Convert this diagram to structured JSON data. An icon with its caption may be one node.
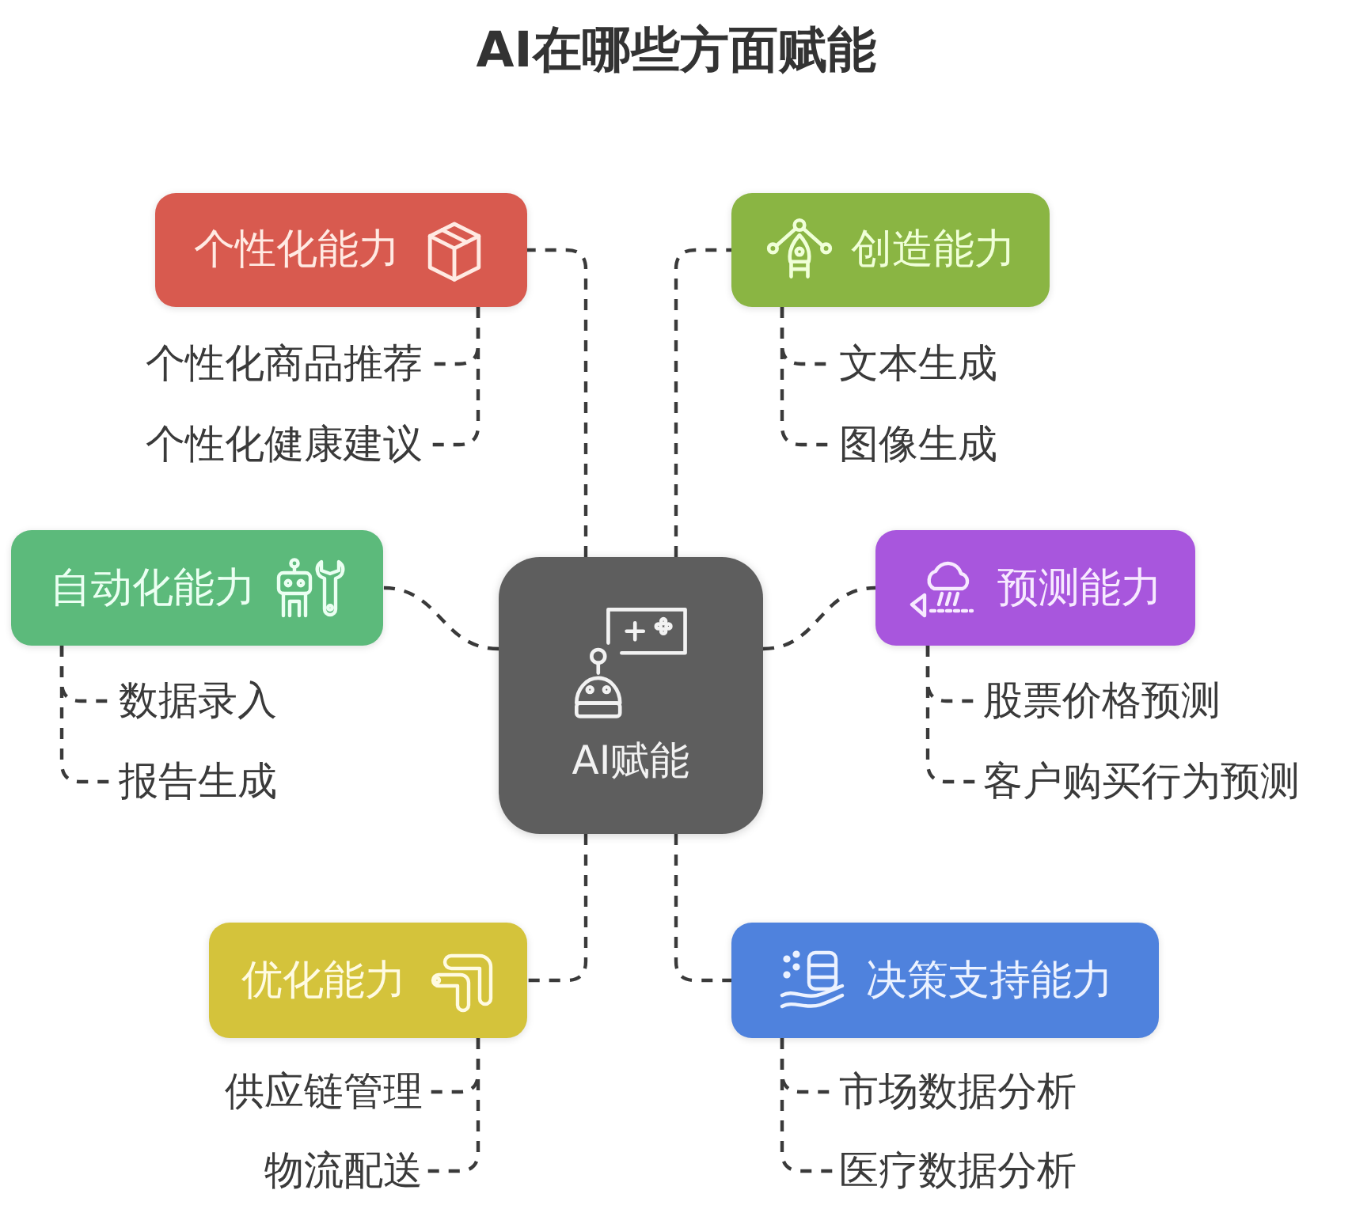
{
  "diagram": {
    "title": "AI在哪些方面赋能",
    "nodes": [
      {
        "text": [
          "AI赋能"
        ]
      },
      {
        "text": [
          "个性化能力"
        ]
      },
      {
        "text": [
          "个性化商品推荐"
        ]
      },
      {
        "text": [
          "个性化健康建议"
        ]
      },
      {
        "text": [
          "创造能力"
        ]
      },
      {
        "text": [
          "文本生成"
        ]
      },
      {
        "text": [
          "图像生成"
        ]
      },
      {
        "text": [
          "自动化能力"
        ]
      },
      {
        "text": [
          "数据录入"
        ]
      },
      {
        "text": [
          "报告生成"
        ]
      },
      {
        "text": [
          "预测能力"
        ]
      },
      {
        "text": [
          "股票价格预测"
        ]
      },
      {
        "text": [
          "客户购买行为预测"
        ]
      },
      {
        "text": [
          "优化能力"
        ]
      },
      {
        "text": [
          "供应链管理"
        ]
      },
      {
        "text": [
          "物流配送"
        ]
      },
      {
        "text": [
          "决策支持能力"
        ]
      },
      {
        "text": [
          "市场数据分析"
        ]
      },
      {
        "text": [
          "医疗数据分析"
        ]
      }
    ],
    "edges": [
      {
        "from": 0,
        "to": 1,
        "arrow": "none",
        "style": "dashed"
      },
      {
        "from": 1,
        "to": 2,
        "arrow": "none",
        "style": "dashed"
      },
      {
        "from": 1,
        "to": 3,
        "arrow": "none",
        "style": "dashed"
      },
      {
        "from": 0,
        "to": 4,
        "arrow": "none",
        "style": "dashed"
      },
      {
        "from": 4,
        "to": 5,
        "arrow": "none",
        "style": "dashed"
      },
      {
        "from": 4,
        "to": 6,
        "arrow": "none",
        "style": "dashed"
      },
      {
        "from": 0,
        "to": 7,
        "arrow": "none",
        "style": "dashed"
      },
      {
        "from": 7,
        "to": 8,
        "arrow": "none",
        "style": "dashed"
      },
      {
        "from": 7,
        "to": 9,
        "arrow": "none",
        "style": "dashed"
      },
      {
        "from": 0,
        "to": 10,
        "arrow": "none",
        "style": "dashed"
      },
      {
        "from": 10,
        "to": 11,
        "arrow": "none",
        "style": "dashed"
      },
      {
        "from": 10,
        "to": 12,
        "arrow": "none",
        "style": "dashed"
      },
      {
        "from": 0,
        "to": 13,
        "arrow": "none",
        "style": "dashed"
      },
      {
        "from": 13,
        "to": 14,
        "arrow": "none",
        "style": "dashed"
      },
      {
        "from": 13,
        "to": 15,
        "arrow": "none",
        "style": "dashed"
      },
      {
        "from": 0,
        "to": 16,
        "arrow": "none",
        "style": "dashed"
      },
      {
        "from": 16,
        "to": 17,
        "arrow": "none",
        "style": "dashed"
      },
      {
        "from": 16,
        "to": 18,
        "arrow": "none",
        "style": "dashed"
      }
    ]
  }
}
